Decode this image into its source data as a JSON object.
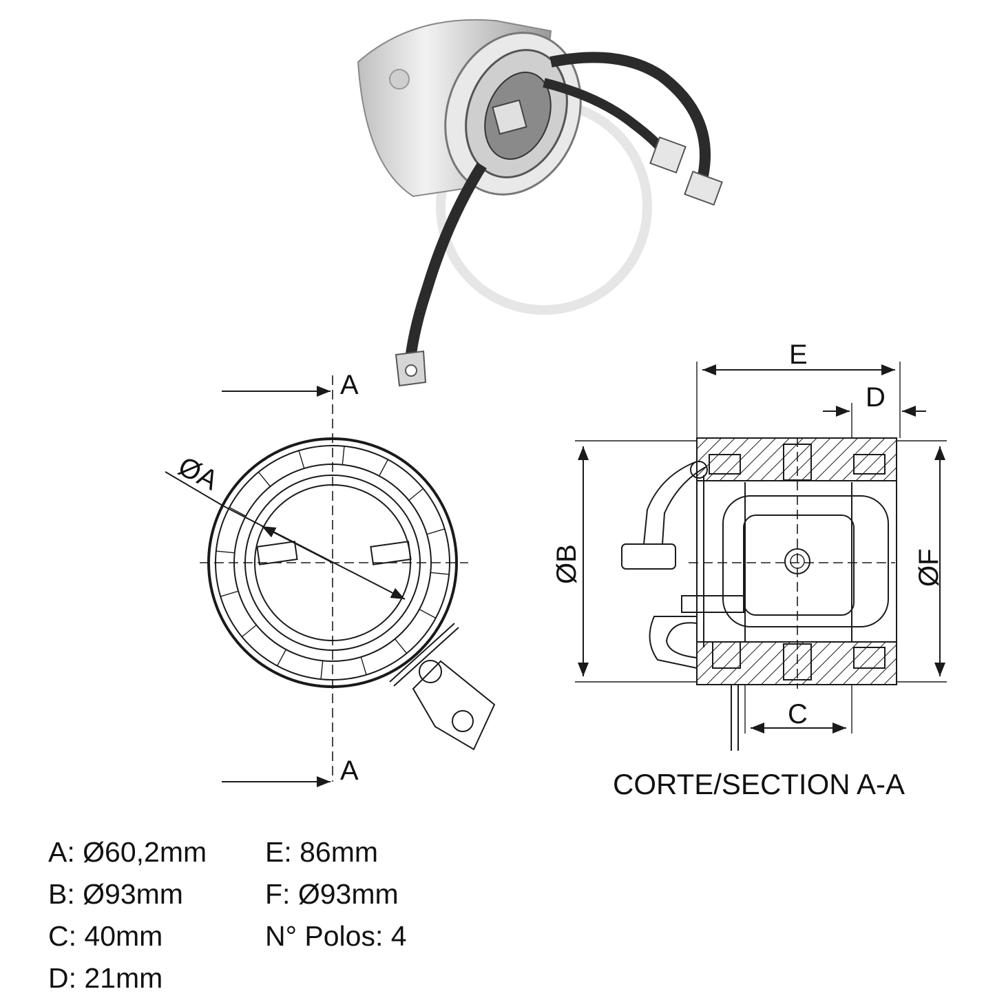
{
  "labels": {
    "section_top": "A",
    "section_bottom": "A",
    "dim_a": "ØA",
    "dim_b": "ØB",
    "dim_c": "C",
    "dim_d": "D",
    "dim_e": "E",
    "dim_f": "ØF"
  },
  "caption": "CORTE/SECTION  A-A",
  "specs": {
    "left": [
      "A: Ø60,2mm",
      "B: Ø93mm",
      "C: 40mm",
      "D: 21mm"
    ],
    "right": [
      "E: 86mm",
      "F: Ø93mm",
      "N° Polos: 4"
    ]
  },
  "colors": {
    "line": "#1a1a1a",
    "product_body": "#d9d9d9",
    "cable": "#2b2b2b"
  }
}
